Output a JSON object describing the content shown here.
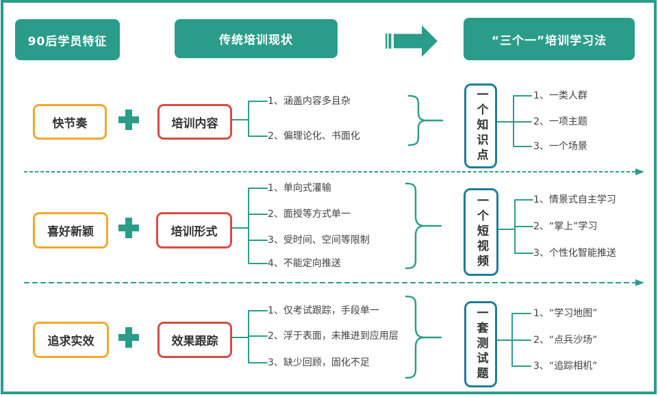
{
  "colors": {
    "brand_green": "#2a9d8a",
    "feature_orange": "#f5a62b",
    "topic_red": "#d84b40",
    "result_teal": "#1d7d98",
    "text_dark": "#3f3f3f"
  },
  "header": {
    "left_title": "90后学员特征",
    "middle_title": "传统培训现状",
    "right_title": "“三个一”培训学习法"
  },
  "plus_symbol": "+",
  "rows": [
    {
      "feature": "快节奏",
      "topic": "培训内容",
      "middle_items": [
        "1、涵盖内容多且杂",
        "2、偏理论化、书面化"
      ],
      "result": "一个知识点",
      "result_items": [
        "1、一类人群",
        "2、一项主题",
        "3、一个场景"
      ]
    },
    {
      "feature": "喜好新颖",
      "topic": "培训形式",
      "middle_items": [
        "1、单向式灌输",
        "2、面授等方式单一",
        "3、受时间、空间等限制",
        "4、不能定向推送"
      ],
      "result": "一个短视频",
      "result_items": [
        "1、情景式自主学习",
        "2、“掌上”学习",
        "3、个性化智能推送"
      ]
    },
    {
      "feature": "追求实效",
      "topic": "效果跟踪",
      "middle_items": [
        "1、仅考试跟踪，手段单一",
        "2、浮于表面，未推进到应用层",
        "3、缺少回顾，固化不足"
      ],
      "result": "一套测试题",
      "result_items": [
        "1、“学习地图”",
        "2、“点兵沙场”",
        "3、“追踪相机”"
      ]
    }
  ]
}
